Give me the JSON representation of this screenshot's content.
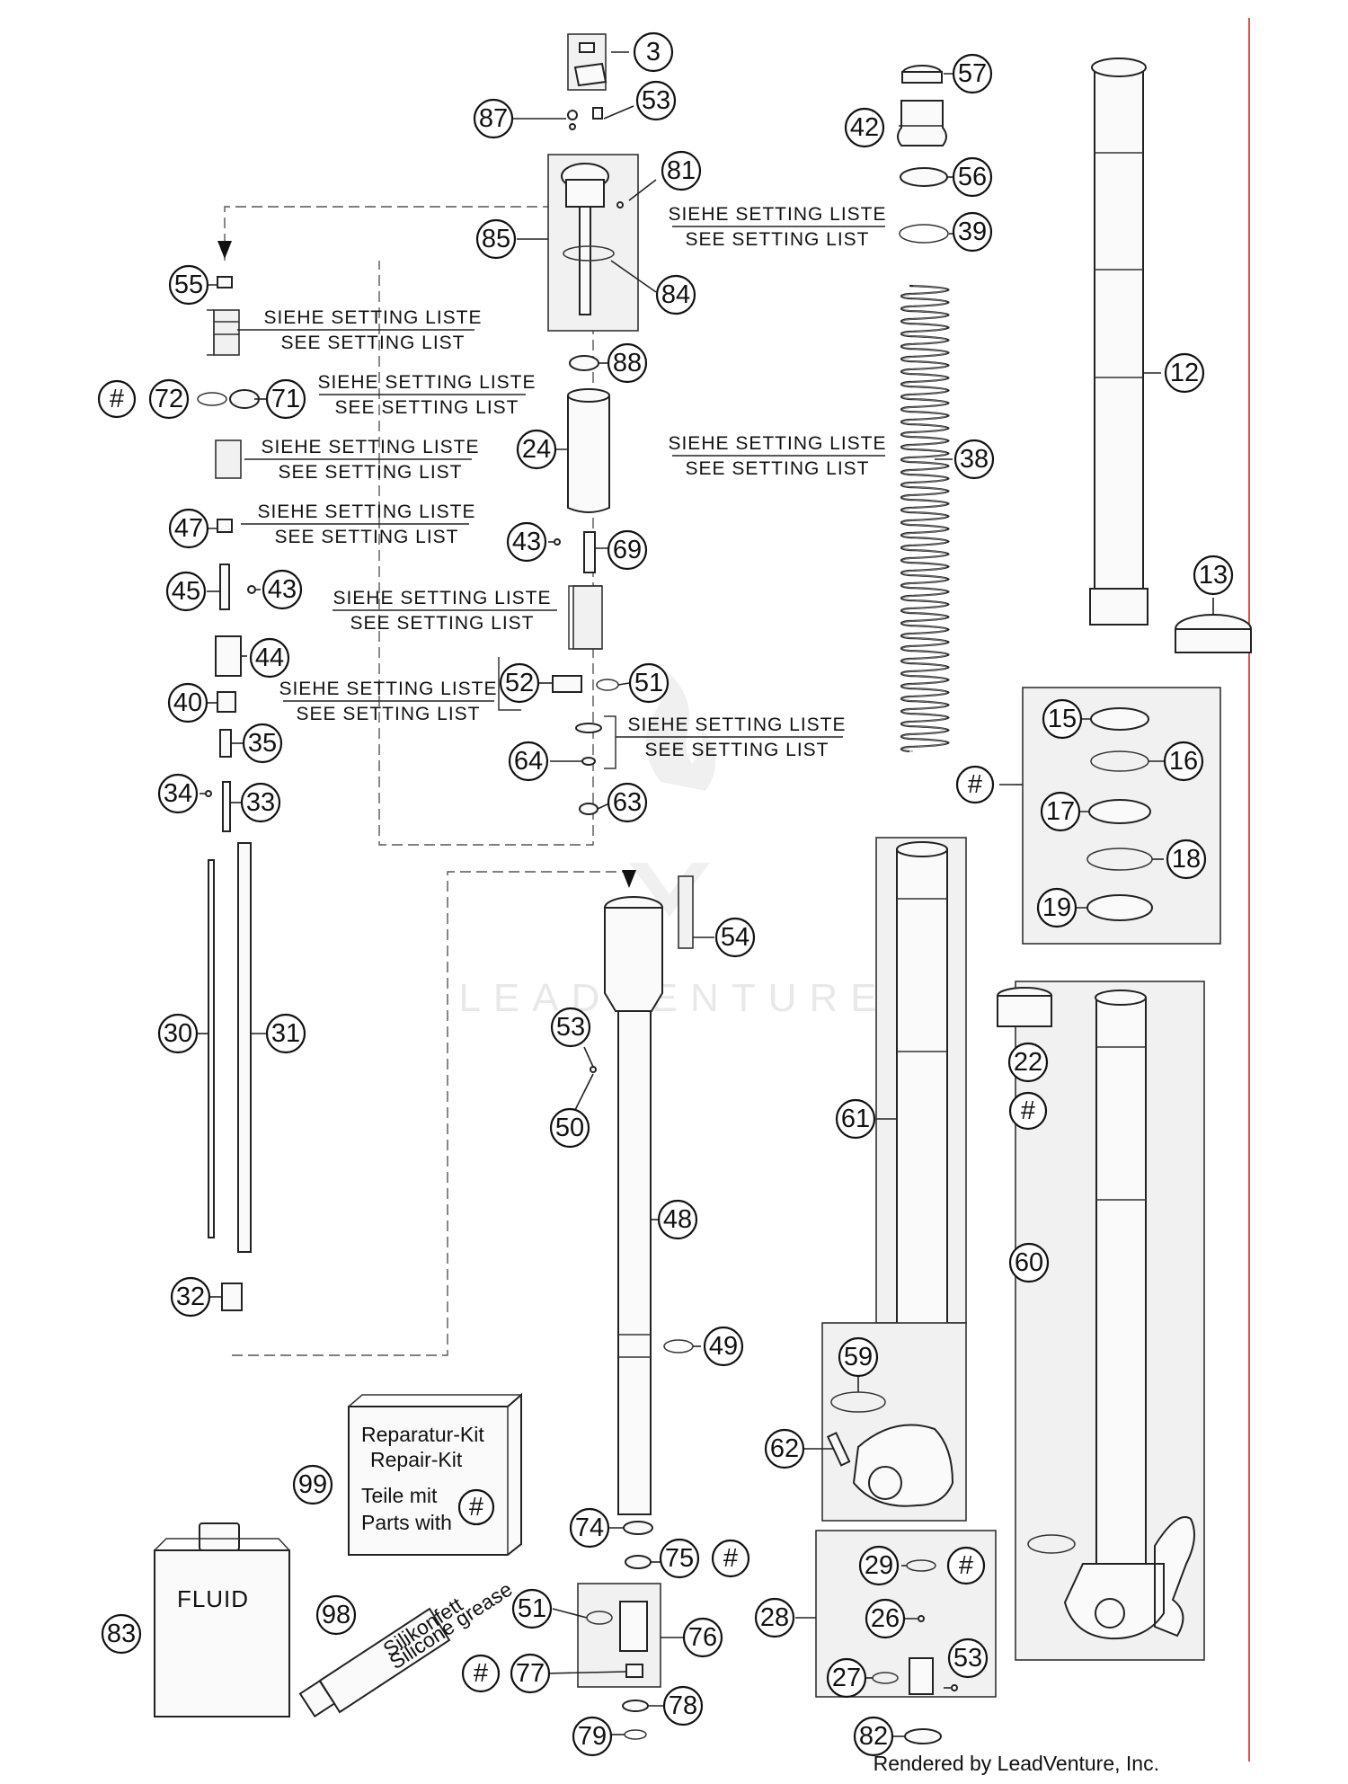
{
  "callouts": {
    "c3": "3",
    "c87": "87",
    "c53a": "53",
    "c81": "81",
    "c85": "85",
    "c84": "84",
    "c57": "57",
    "c42": "42",
    "c56": "56",
    "c39": "39",
    "c12": "12",
    "c13": "13",
    "c55": "55",
    "c88": "88",
    "c72h": "#",
    "c72": "72",
    "c71": "71",
    "c24": "24",
    "c38": "38",
    "c47": "47",
    "c43a": "43",
    "c69": "69",
    "c45": "45",
    "c43b": "43",
    "c44": "44",
    "c52": "52",
    "c51a": "51",
    "c40": "40",
    "c35": "35",
    "c64": "64",
    "c34": "34",
    "c33": "33",
    "c63": "63",
    "c15": "15",
    "c16": "16",
    "c17": "17",
    "c18": "18",
    "c19": "19",
    "cbrh": "#",
    "c54": "54",
    "c30": "30",
    "c31": "31",
    "c53b": "53",
    "c50": "50",
    "c22": "22",
    "c22h": "#",
    "c61": "61",
    "c48": "48",
    "c60": "60",
    "c32": "32",
    "c49": "49",
    "c59": "59",
    "c62": "62",
    "c99": "99",
    "c74": "74",
    "c75": "75",
    "c75h": "#",
    "c83": "83",
    "c98": "98",
    "c51b": "51",
    "c76": "76",
    "c77h": "#",
    "c77": "77",
    "c28": "28",
    "c29": "29",
    "c29h": "#",
    "c26": "26",
    "c27": "27",
    "c53c": "53",
    "c78": "78",
    "c79": "79",
    "c82": "82"
  },
  "setting_notes": {
    "de": "SIEHE SETTING LISTE",
    "en": "SEE SETTING LIST"
  },
  "repair_kit": {
    "line1": "Reparatur-Kit",
    "line2": "Repair-Kit",
    "line3": "Teile mit",
    "line4": "Parts with",
    "symbol": "#"
  },
  "fluid_label": "FLUID",
  "tube_label": {
    "line1": "Silikonfett",
    "line2": "Silicone grease"
  },
  "watermark": "LEADVENTURE",
  "footer": "Rendered by LeadVenture, Inc.",
  "colors": {
    "border_line": "#e05050",
    "line": "#222222"
  }
}
